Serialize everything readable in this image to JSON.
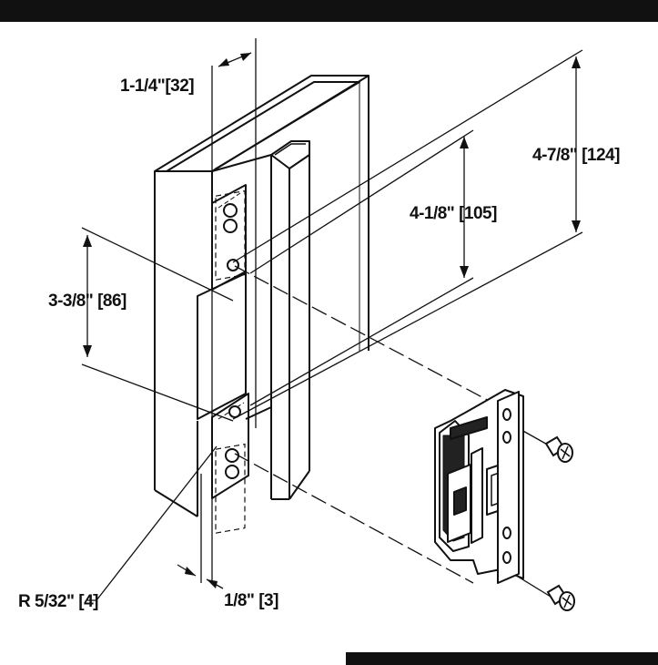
{
  "dimensions": {
    "backset_width": "1-1/4\"[32]",
    "overall_height": "4-7/8\" [124]",
    "faceplate_height": "4-1/8\" [105]",
    "cutout_height": "3-3/8\" [86]",
    "corner_radius": "R 5/32\" [4]",
    "lip_depth": "1/8\" [3]"
  },
  "colors": {
    "ink": "#111111",
    "frame_bar": "#111111",
    "paper": "#ffffff"
  }
}
